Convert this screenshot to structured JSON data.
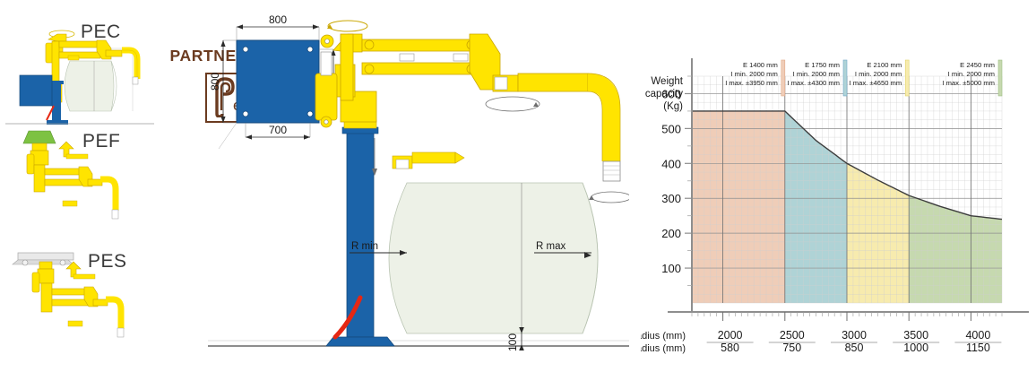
{
  "brand": {
    "title": "PARTNER EQUO",
    "logo_letter": "P",
    "logo_word": "equo",
    "color": "#6B3B20"
  },
  "variants": [
    {
      "code": "PEC",
      "icon": "column-mounted-manipulator-icon"
    },
    {
      "code": "PEF",
      "icon": "ceiling-flange-manipulator-icon"
    },
    {
      "code": "PES",
      "icon": "ceiling-rail-manipulator-icon"
    }
  ],
  "drawing": {
    "base_plate_top": "800",
    "base_plate_left": "800",
    "bolt_span_bottom": "700",
    "bolt_span_right": "700",
    "r_min_label": "R min",
    "r_max_label": "R max",
    "ground_clearance": "100",
    "colors": {
      "arm_yellow": "#FFE400",
      "column_blue": "#1B63A8",
      "envelope_fill": "#EDF1E7",
      "accent_red": "#E52713"
    }
  },
  "chart_data": {
    "type": "area",
    "title": "",
    "ylabel": "Weight capacity (Kg)",
    "ylabel_lines": [
      "Weight",
      "capacity",
      "(Kg)"
    ],
    "xlabel": "",
    "ylim": [
      0,
      650
    ],
    "yticks": [
      100,
      200,
      300,
      400,
      500,
      600
    ],
    "xlim": [
      1750,
      4250
    ],
    "xticks": [
      2000,
      2500,
      3000,
      3500,
      4000
    ],
    "grid": true,
    "legend_position": "top-inside",
    "x": [
      1750,
      2500,
      2750,
      3000,
      3250,
      3500,
      3750,
      4000,
      4250
    ],
    "values": [
      550,
      550,
      466,
      400,
      352,
      308,
      277,
      250,
      240
    ],
    "series": [
      {
        "name": "Weight capacity",
        "values": [
          550,
          550,
          466,
          400,
          352,
          308,
          277,
          250,
          240
        ]
      }
    ],
    "bands": [
      {
        "fill": "#EFCDB8",
        "edge": "#E0A886",
        "x_start": 1750,
        "x_end": 2500,
        "lines": [
          "E 1400 mm",
          "I min. 2000 mm",
          "I max. ±3950 mm"
        ]
      },
      {
        "fill": "#AFD3D6",
        "edge": "#6FA8C8",
        "x_start": 2500,
        "x_end": 3000,
        "lines": [
          "E 1750 mm",
          "I min. 2000 mm",
          "I max. ±4300 mm"
        ]
      },
      {
        "fill": "#F7EBAE",
        "edge": "#E2D46A",
        "x_start": 3000,
        "x_end": 3500,
        "lines": [
          "E 2100 mm",
          "I min. 2000 mm",
          "I max. ±4650 mm"
        ]
      },
      {
        "fill": "#C6D9AF",
        "edge": "#9DBE84",
        "x_start": 3500,
        "x_end": 4250,
        "lines": [
          "E 2450 mm",
          "I min. 2000 mm",
          "I max. ±5000 mm"
        ]
      }
    ],
    "table": {
      "rows": [
        {
          "label": "Max radius (mm)",
          "values": [
            "2000",
            "2500",
            "3000",
            "3500",
            "4000"
          ]
        },
        {
          "label": "Min radius (mm)",
          "values": [
            "580",
            "750",
            "850",
            "1000",
            "1150"
          ]
        }
      ]
    }
  }
}
